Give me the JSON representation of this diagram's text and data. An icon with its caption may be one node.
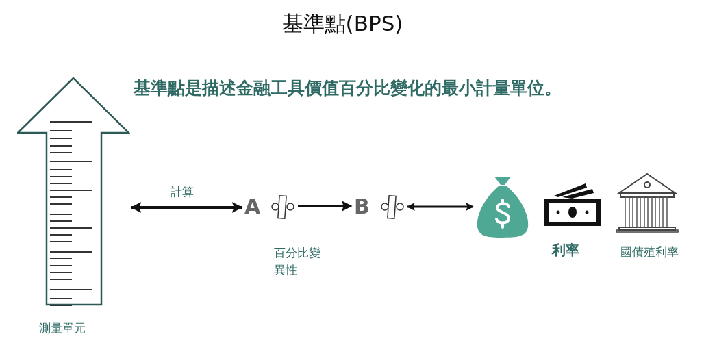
{
  "diagram": {
    "title": "基準點(BPS)",
    "nodes": [
      {
        "text": [],
        "shape": "arrow",
        "beside": [
          "測量單元"
        ]
      },
      {
        "text": [
          "A"
        ]
      },
      {
        "text": [
          "B"
        ]
      },
      {
        "text": [],
        "shape": "bag"
      }
    ],
    "edges": [
      {
        "from": 0,
        "to": 1,
        "arrow": "both",
        "label": "計算"
      },
      {
        "from": 1,
        "to": 2,
        "arrow": "to"
      },
      {
        "from": 2,
        "to": 3,
        "arrow": "both"
      }
    ],
    "labels": [
      "基準點是描述金融工具價值百分比變化的最小計量單位。",
      "百分比變異性",
      "利率",
      "國債殖利率"
    ]
  }
}
